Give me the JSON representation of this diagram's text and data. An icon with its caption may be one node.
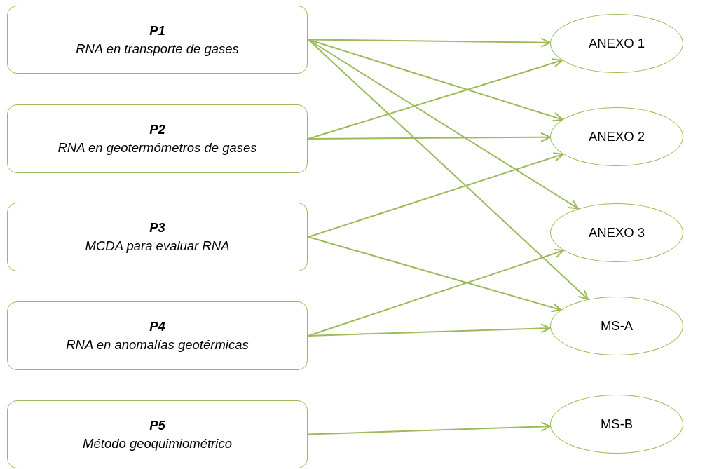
{
  "diagram": {
    "nodes": [
      {
        "text": [
          "P1",
          "RNA en transporte de gases"
        ]
      },
      {
        "text": [
          "P2",
          "RNA en geotermómetros de gases"
        ]
      },
      {
        "text": [
          "P3",
          "MCDA para evaluar RNA"
        ]
      },
      {
        "text": [
          "P4",
          "RNA en anomalías geotérmicas"
        ]
      },
      {
        "text": [
          "P5",
          "Método geoquimiométrico"
        ]
      },
      {
        "text": [
          "ANEXO 1"
        ]
      },
      {
        "text": [
          "ANEXO 2"
        ]
      },
      {
        "text": [
          "ANEXO 3"
        ]
      },
      {
        "text": [
          "MS-A"
        ]
      },
      {
        "text": [
          "MS-B"
        ]
      }
    ],
    "edges": [
      {
        "from": 0,
        "to": 5,
        "arrow": "to"
      },
      {
        "from": 0,
        "to": 6,
        "arrow": "to"
      },
      {
        "from": 0,
        "to": 7,
        "arrow": "to"
      },
      {
        "from": 0,
        "to": 8,
        "arrow": "to"
      },
      {
        "from": 1,
        "to": 5,
        "arrow": "to"
      },
      {
        "from": 1,
        "to": 6,
        "arrow": "to"
      },
      {
        "from": 2,
        "to": 6,
        "arrow": "to"
      },
      {
        "from": 2,
        "to": 8,
        "arrow": "to"
      },
      {
        "from": 3,
        "to": 7,
        "arrow": "to"
      },
      {
        "from": 3,
        "to": 8,
        "arrow": "to"
      },
      {
        "from": 4,
        "to": 9,
        "arrow": "to"
      }
    ]
  }
}
